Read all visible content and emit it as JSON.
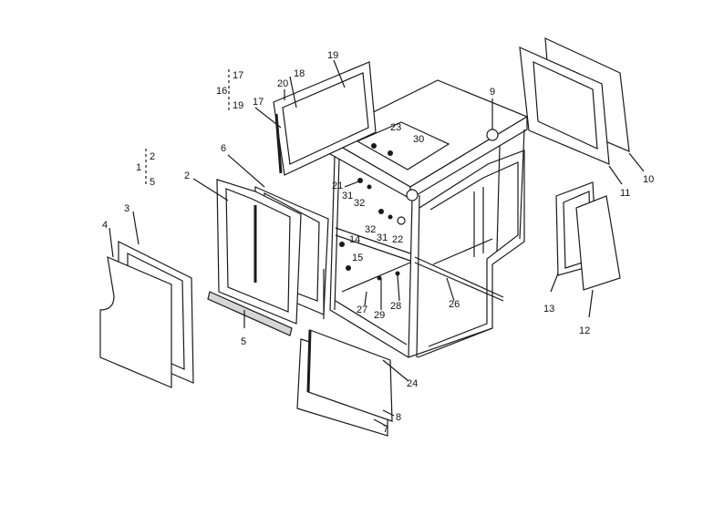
{
  "diagram": {
    "labels": {
      "l1": "1",
      "l2": "2",
      "l3": "3",
      "l4": "4",
      "l5": "5",
      "l6": "6",
      "l7": "7",
      "l8": "8",
      "l9": "9",
      "l10": "10",
      "l11": "11",
      "l12": "12",
      "l13": "13",
      "l14": "14",
      "l15": "15",
      "l16": "16",
      "l17": "17",
      "l18": "18",
      "l19": "19",
      "l20": "20",
      "l21": "21",
      "l22": "22",
      "l23": "23",
      "l24": "24",
      "l26": "26",
      "l27": "27",
      "l28": "28",
      "l29": "29",
      "l30": "30",
      "l31a": "31",
      "l31b": "31",
      "l32a": "32",
      "l32b": "32",
      "g1_a": "2",
      "g1_b": "5",
      "g16_a": "17",
      "g16_b": "19"
    }
  }
}
